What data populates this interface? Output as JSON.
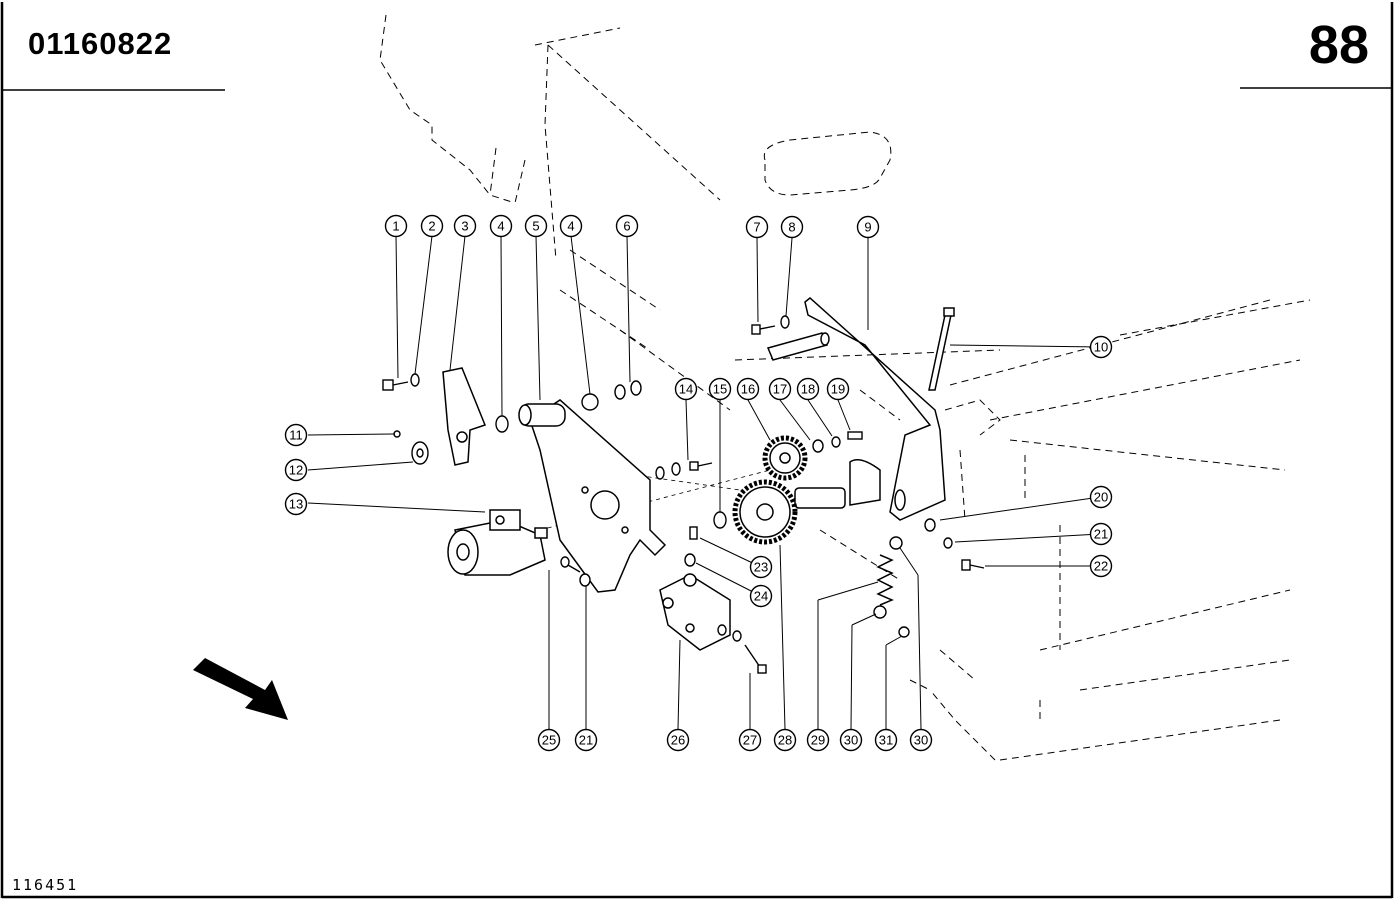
{
  "header": {
    "part_number": "01160822",
    "page_number": "88"
  },
  "footer": {
    "drawing_number": "116451"
  },
  "callouts": [
    "1",
    "2",
    "3",
    "4",
    "5",
    "4",
    "6",
    "7",
    "8",
    "9",
    "10",
    "11",
    "12",
    "13",
    "14",
    "15",
    "16",
    "17",
    "18",
    "19",
    "20",
    "21",
    "22",
    "23",
    "24",
    "25",
    "21",
    "26",
    "27",
    "28",
    "29",
    "30",
    "31",
    "30"
  ]
}
